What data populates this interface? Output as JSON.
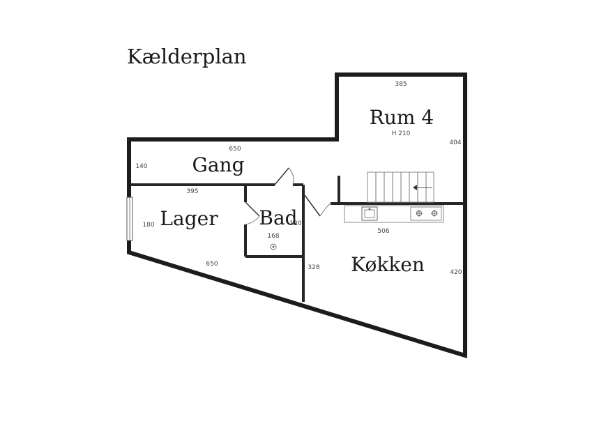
{
  "title": "Kælderplan",
  "rooms": {
    "rum4": "Rum 4",
    "gang": "Gang",
    "lager": "Lager",
    "bad": "Bad",
    "kokken": "Køkken"
  },
  "dimensions": {
    "rum4_width": "385",
    "rum4_height": "H 210",
    "rum4_depth": "404",
    "gang_length": "650",
    "gang_width": "140",
    "lager_width": "395",
    "lager_depth": "180",
    "lager_bottom": "650",
    "bad_depth": "120",
    "bad_width": "168",
    "kokken_counter": "506",
    "kokken_left": "328",
    "kokken_right": "420"
  },
  "icons": [
    "door-swing-icon",
    "staircase-icon",
    "sink-icon",
    "stove-burner-icon",
    "floor-drain-icon",
    "window-icon"
  ]
}
